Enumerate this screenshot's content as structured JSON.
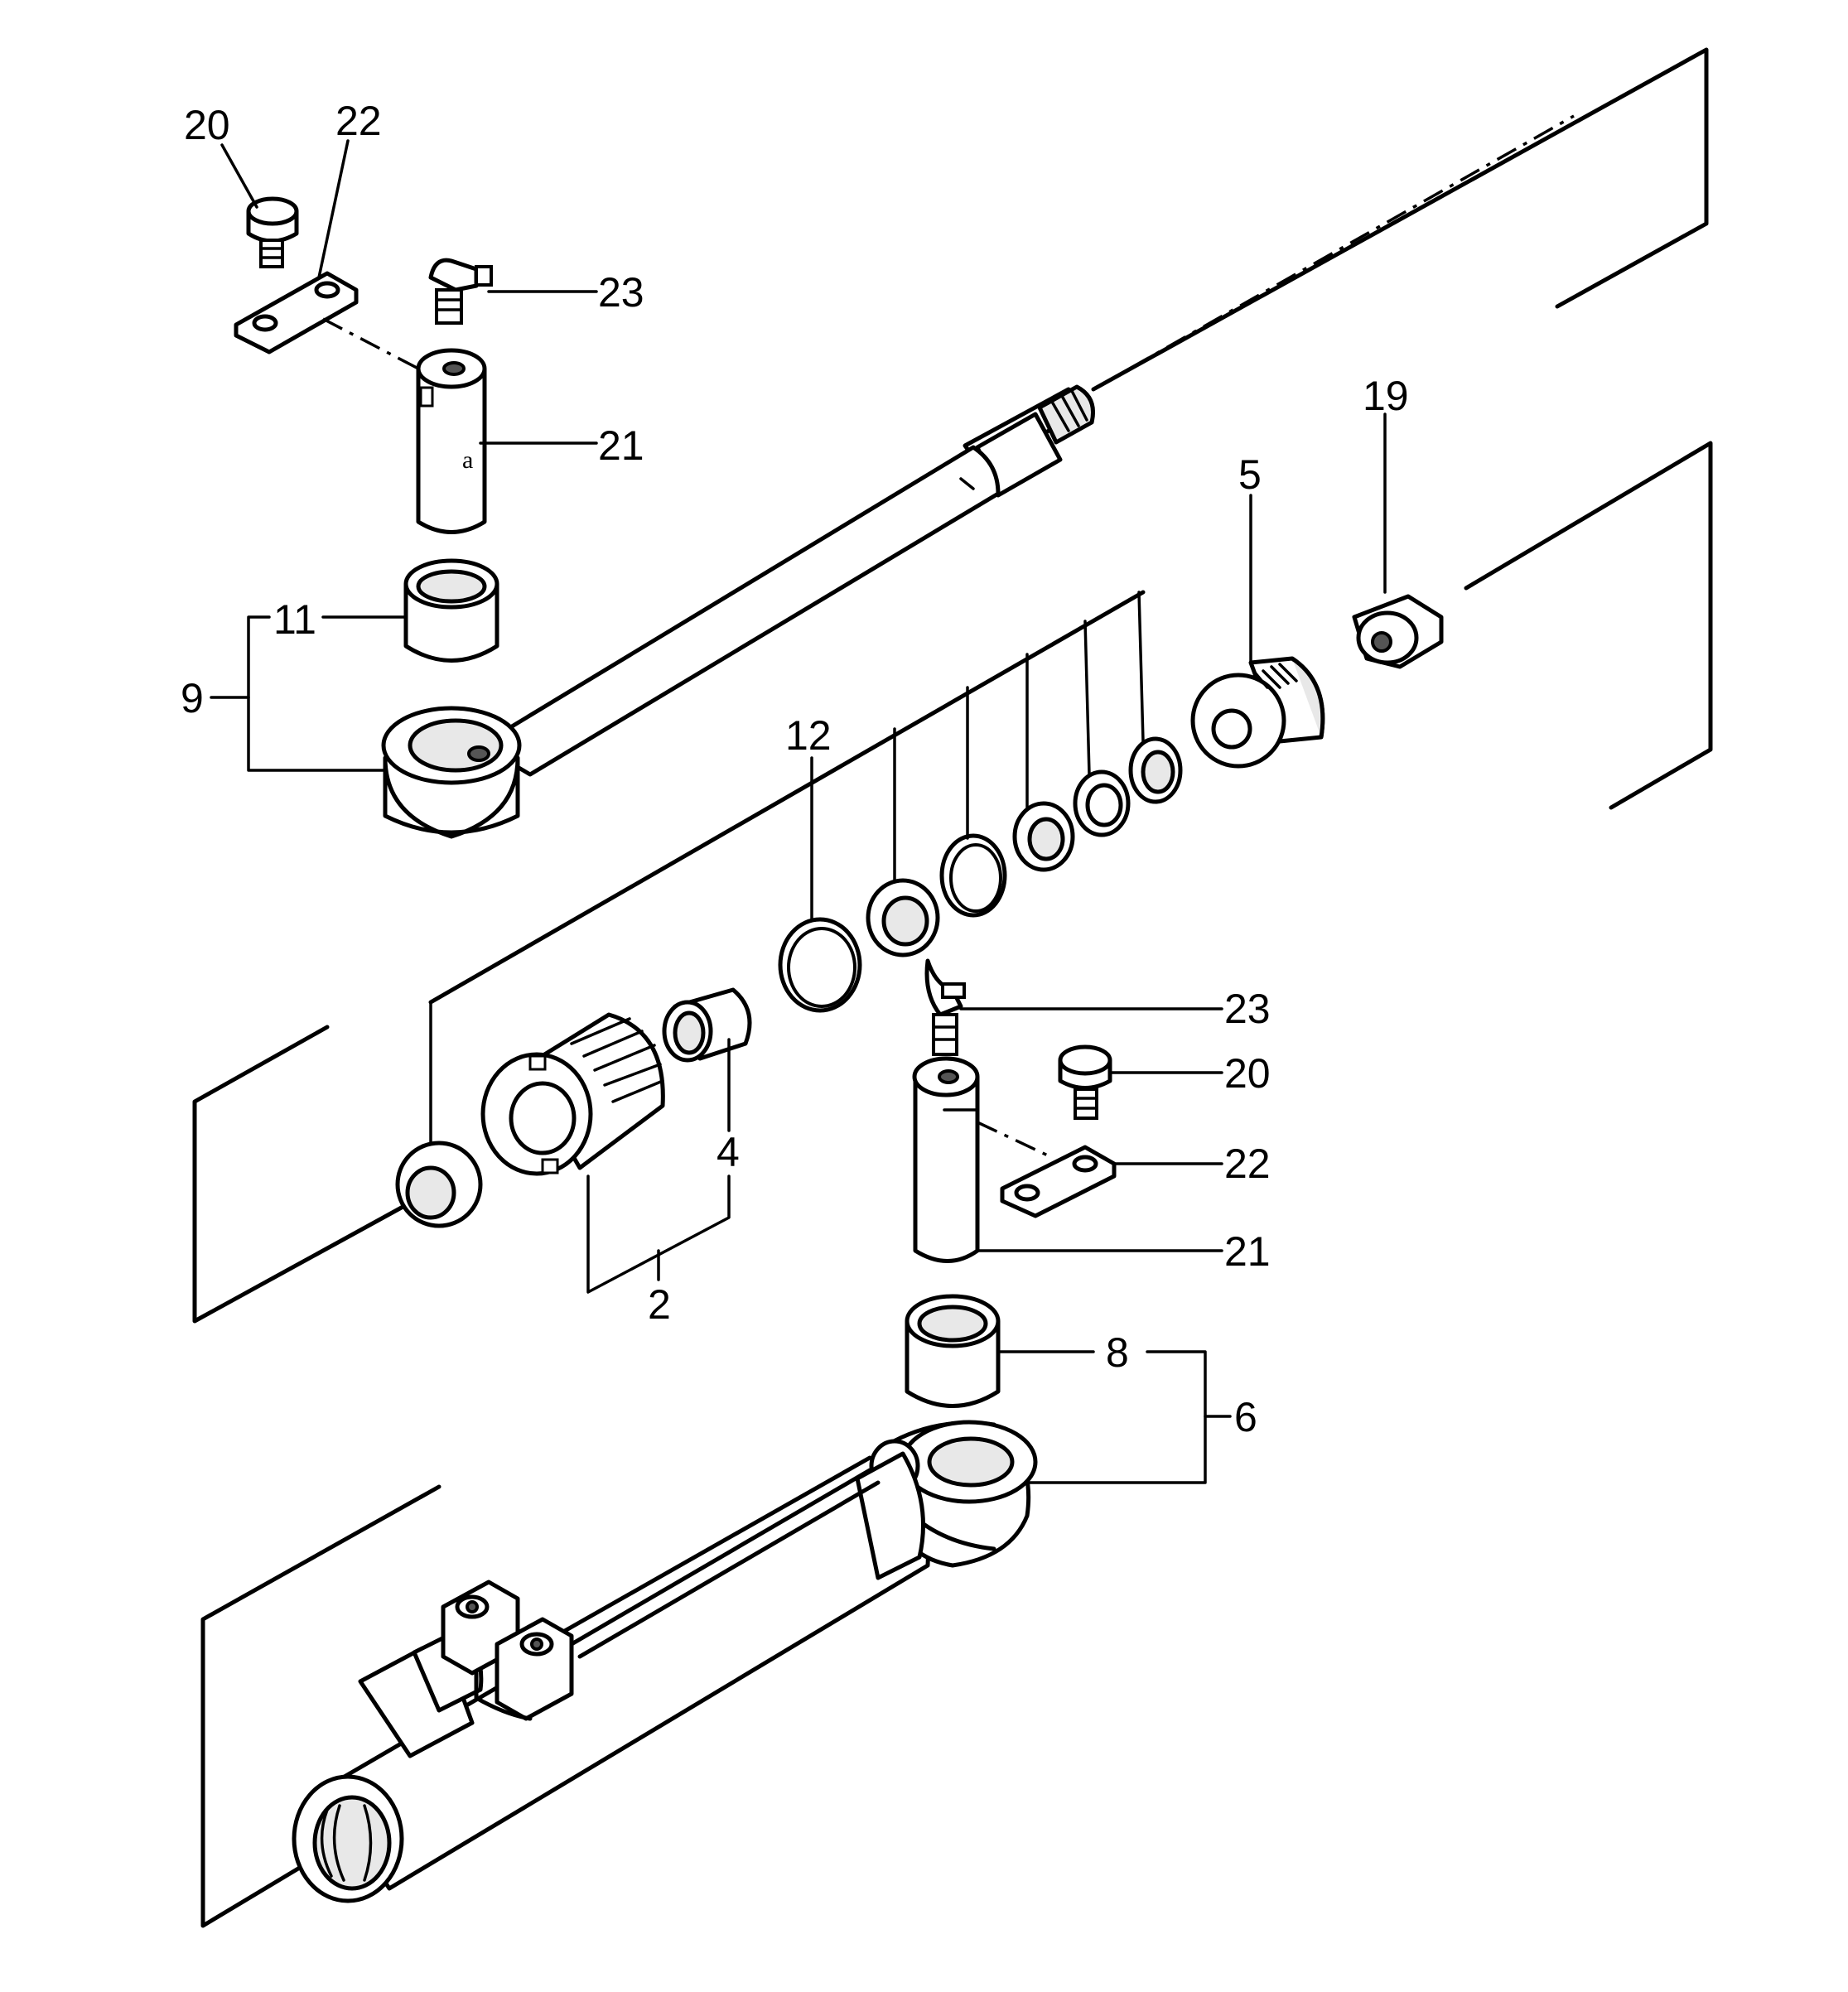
{
  "labels": {
    "l20a": "20",
    "l22a": "22",
    "l23a": "23",
    "l21a": "21",
    "l19": "19",
    "l5": "5",
    "l11": "11",
    "l9": "9",
    "l12": "12",
    "l23b": "23",
    "l20b": "20",
    "l4": "4",
    "l22b": "22",
    "l21b": "21",
    "l2": "2",
    "l8": "8",
    "l6": "6"
  },
  "style": {
    "line_color": "#000000",
    "background": "#ffffff"
  }
}
